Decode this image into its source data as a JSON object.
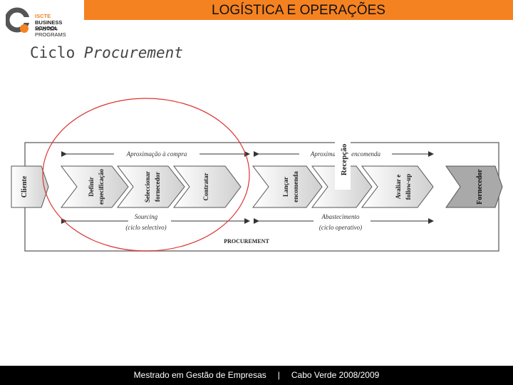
{
  "header": {
    "title": "LOGÍSTICA E OPERAÇÕES",
    "accent_color": "#f58220"
  },
  "logo": {
    "icon": "iscte-logo-icon",
    "line1": "ISCTE",
    "line2": "BUSINESS SCHOOL",
    "line3": "MASTER PROGRAMS",
    "color": "#f58220"
  },
  "slide": {
    "title_plain": "Ciclo ",
    "title_italic": "Procurement"
  },
  "diagram": {
    "top_left_label": "Aproximação à compra",
    "top_right_label": "Aproximação à encomenda",
    "receipt_label": "Recepção",
    "client_label": "Cliente",
    "supplier_label": "Fornecedor",
    "steps": [
      {
        "line1": "Definir",
        "line2": "especificação"
      },
      {
        "line1": "Seleccionar",
        "line2": "fornecedor"
      },
      {
        "line1": "Contratar",
        "line2": ""
      },
      {
        "line1": "Lançar",
        "line2": "encomenda"
      },
      {
        "line1": "Avaliar e",
        "line2": "follow-up"
      }
    ],
    "bottom_left_label": "Sourcing",
    "bottom_left_sub": "(ciclo selectivo)",
    "bottom_right_label": "Abastecimento",
    "bottom_right_sub": "(ciclo operativo)",
    "procurement_label": "PROCUREMENT"
  },
  "footer": {
    "left": "Mestrado em Gestão de Empresas",
    "separator": "|",
    "right": "Cabo Verde 2008/2009"
  }
}
